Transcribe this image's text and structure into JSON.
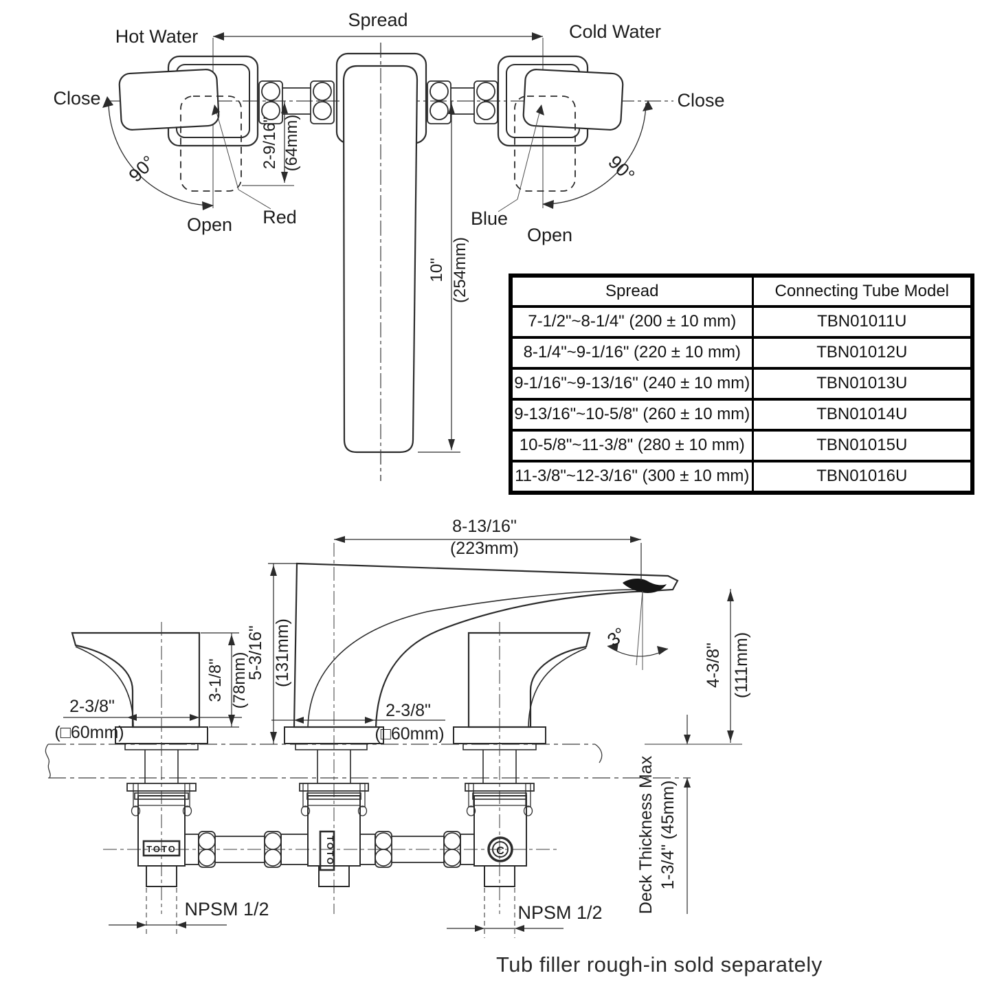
{
  "top_view": {
    "spread_label": "Spread",
    "hot_water": "Hot Water",
    "cold_water": "Cold Water",
    "close_left": "Close",
    "close_right": "Close",
    "open_left": "Open",
    "open_right": "Open",
    "angle_left": "90°",
    "angle_right": "90°",
    "red_label": "Red",
    "blue_label": "Blue",
    "handle_offset_in": "2-9/16\"",
    "handle_offset_mm": "(64mm)",
    "spout_len_in": "10\"",
    "spout_len_mm": "(254mm)"
  },
  "table": {
    "headers": [
      "Spread",
      "Connecting Tube Model"
    ],
    "rows": [
      [
        "7-1/2\"~8-1/4\" (200 ± 10 mm)",
        "TBN01011U"
      ],
      [
        "8-1/4\"~9-1/16\" (220 ± 10 mm)",
        "TBN01012U"
      ],
      [
        "9-1/16\"~9-13/16\" (240 ± 10 mm)",
        "TBN01013U"
      ],
      [
        "9-13/16\"~10-5/8\" (260 ± 10 mm)",
        "TBN01014U"
      ],
      [
        "10-5/8\"~11-3/8\" (280 ± 10 mm)",
        "TBN01015U"
      ],
      [
        "11-3/8\"~12-3/16\" (300 ± 10 mm)",
        "TBN01016U"
      ]
    ]
  },
  "side_view": {
    "reach_in": "8-13/16\"",
    "reach_mm": "(223mm)",
    "height_in": "5-3/16\"",
    "height_mm": "(131mm)",
    "handle_h_in": "3-1/8\"",
    "handle_h_mm": "(78mm)",
    "base_left_in": "2-3/8\"",
    "base_left_mm": "(□60mm)",
    "base_center_in": "2-3/8\"",
    "base_center_mm": "(□60mm)",
    "outlet_in": "4-3/8\"",
    "outlet_mm": "(111mm)",
    "spout_angle": "3°",
    "npsm_left": "NPSM 1/2",
    "npsm_right": "NPSM 1/2",
    "deck_line1": "Deck Thickness Max",
    "deck_line2": "1-3/4\" (45mm)",
    "brand_left": "TOTO",
    "brand_center": "TOTO",
    "cold_mark": "C"
  },
  "footer": {
    "note": "Tub filler rough-in sold separately"
  }
}
